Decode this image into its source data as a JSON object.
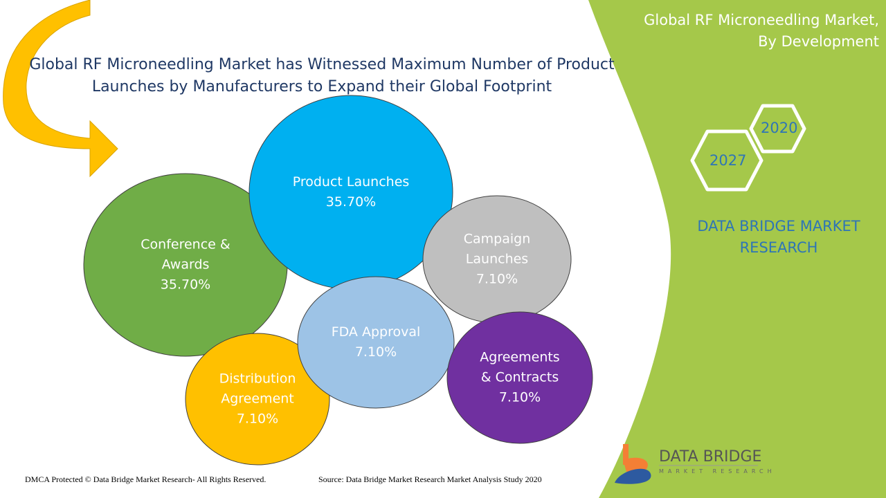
{
  "header": {
    "title": "Global RF Microneedling Market has Witnessed Maximum Number of Product Launches by Manufacturers to Expand their Global Footprint"
  },
  "side_panel": {
    "title_line1": "Global RF Microneedling Market,",
    "title_line2": "By Development",
    "year_a": "2020",
    "year_b": "2027",
    "brand": "DATA BRIDGE MARKET RESEARCH",
    "logo_text": "DATA BRIDGE",
    "logo_sub": "MARKET RESEARCH"
  },
  "footer": {
    "copyright": "DMCA Protected © Data Bridge Market Research- All Rights Reserved.",
    "source": "Source: Data Bridge Market Research Market Analysis Study 2020"
  },
  "colors": {
    "green_panel": "#a5c84a",
    "title_blue": "#1f3864",
    "brand_blue": "#2e75b6"
  },
  "chart_data": {
    "type": "bubble",
    "title": "Global RF Microneedling Market, By Development",
    "categories": [
      "Conference & Awards",
      "Product Launches",
      "Campaign Launches",
      "FDA Approval",
      "Agreements & Contracts",
      "Distribution Agreement"
    ],
    "values": [
      35.7,
      35.7,
      7.1,
      7.1,
      7.1,
      7.1
    ],
    "labels": [
      "Conference  &\nAwards\n35.70%",
      "Product Launches\n35.70%",
      "Campaign\nLaunches\n7.10%",
      "FDA Approval\n7.10%",
      "Agreements\n& Contracts\n7.10%",
      "Distribution\nAgreement\n7.10%"
    ],
    "colors": [
      "#70ad47",
      "#00b0f0",
      "#bfbfbf",
      "#9dc3e6",
      "#7030a0",
      "#ffc000"
    ],
    "unit": "%"
  }
}
